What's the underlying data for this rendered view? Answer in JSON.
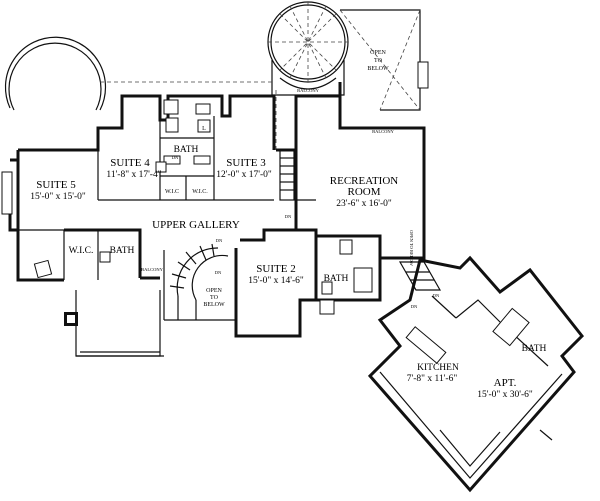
{
  "rooms": {
    "suite5": {
      "name": "SUITE 5",
      "size": "15'-0\" x 15'-0\""
    },
    "suite4": {
      "name": "SUITE 4",
      "size": "11'-8\" x 17'-4\""
    },
    "suite3": {
      "name": "SUITE 3",
      "size": "12'-0\" x 17'-0\""
    },
    "suite2": {
      "name": "SUITE 2",
      "size": "15'-0\" x 14'-6\""
    },
    "recreation": {
      "name1": "RECREATION",
      "name2": "ROOM",
      "size": "23'-6\" x 16'-0\""
    },
    "apt": {
      "name": "APT.",
      "size": "15'-0\" x 30'-6\""
    },
    "kitchen": {
      "name": "KITCHEN",
      "size": "7'-8\" x 11'-6\""
    },
    "gallery": {
      "name": "UPPER GALLERY"
    }
  },
  "labels": {
    "bath": "BATH",
    "wic": "W.I.C.",
    "wic_short": "W.I.C",
    "wic_dotless": "W.I.C.",
    "balcony_small": "BALCONY",
    "balcony_caps": "BALCONY",
    "open_to_below_1": "OPEN",
    "open_to_below_2": "TO",
    "open_to_below_3": "BELOW",
    "dn": "DN",
    "l": "L",
    "open_to_below_small": "OPEN TO BELOW",
    "dn2": "DN"
  }
}
